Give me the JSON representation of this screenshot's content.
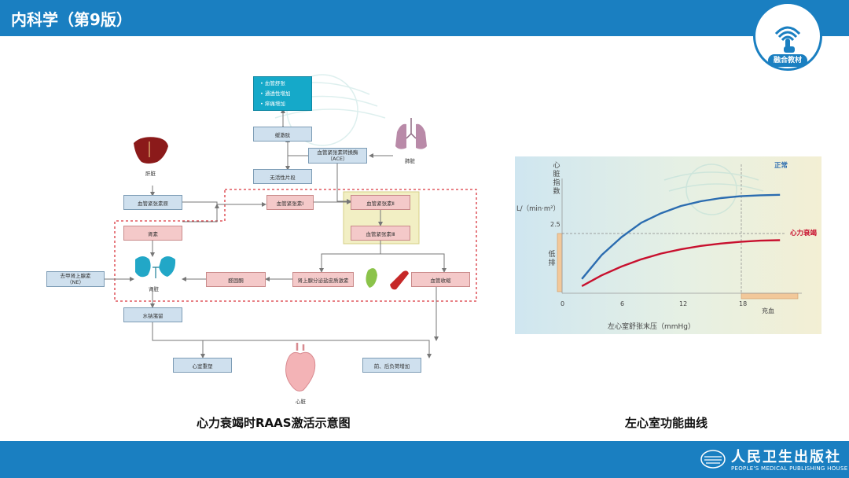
{
  "header": {
    "title": "内科学（第9版）",
    "badge_label": "融合教材"
  },
  "footer": {
    "publisher_cn": "人民卫生出版社",
    "publisher_en": "PEOPLE'S MEDICAL PUBLISHING HOUSE"
  },
  "diagram": {
    "caption": "心力衰竭时RAAS激活示意图",
    "effects": [
      "• 血管舒张",
      "• 通透性增加",
      "• 痒痛增加"
    ],
    "boxes": {
      "bradykinin": "缓激肽",
      "ace": "血管紧张素转换酶\n（ACE）",
      "inactive": "无活性片段",
      "angiotensinogen": "血管紧张素原",
      "ang1": "血管紧张素Ⅰ",
      "ang2": "血管紧张素Ⅱ",
      "ang3": "血管紧张素Ⅲ",
      "renin": "肾素",
      "ne": "去甲肾上腺素\n（NE）",
      "aldosterone": "醛固酮",
      "cortex": "肾上腺分泌盐皮质激素",
      "vasoconstriction": "血管收缩",
      "retention": "水钠潴留",
      "remodeling": "心室重塑",
      "load": "前、后负荷增加"
    },
    "organs": {
      "liver": "肝脏",
      "lung": "肺脏",
      "kidney": "肾脏",
      "heart": "心脏"
    }
  },
  "chart": {
    "caption": "左心室功能曲线",
    "ylabel_vertical": "心脏指数",
    "ylabel_unit": "L/（min·m²）",
    "xlabel": "左心室舒张末压（mmHg）",
    "low_output_label": "低排",
    "congestion_label": "充血",
    "y_tick": "2.5",
    "x_ticks": [
      "0",
      "6",
      "12",
      "18"
    ]
  },
  "chart_data": {
    "type": "line",
    "title": "左心室功能曲线",
    "xlabel": "左心室舒张末压（mmHg）",
    "ylabel": "心脏指数 L/（min·m²）",
    "xlim": [
      0,
      24
    ],
    "ylim": [
      0,
      4.5
    ],
    "y_ticks": [
      2.5
    ],
    "x_ticks": [
      0,
      6,
      12,
      18
    ],
    "reference_lines": {
      "y": 2.5,
      "x": 18
    },
    "grid": false,
    "series": [
      {
        "name": "正常",
        "color": "#2b6cb0",
        "x": [
          2,
          4,
          6,
          8,
          10,
          12,
          14,
          16,
          18,
          20,
          22
        ],
        "y": [
          0.6,
          1.6,
          2.35,
          2.95,
          3.35,
          3.65,
          3.85,
          3.98,
          4.06,
          4.1,
          4.12
        ]
      },
      {
        "name": "心力衰竭",
        "color": "#c8102e",
        "x": [
          2,
          4,
          6,
          8,
          10,
          12,
          14,
          16,
          18,
          20,
          22
        ],
        "y": [
          0.3,
          0.75,
          1.12,
          1.42,
          1.66,
          1.84,
          1.98,
          2.08,
          2.15,
          2.2,
          2.22
        ]
      }
    ],
    "annotations": [
      {
        "text": "低排",
        "region": "y below 2.5"
      },
      {
        "text": "充血",
        "region": "x above 18"
      }
    ]
  }
}
